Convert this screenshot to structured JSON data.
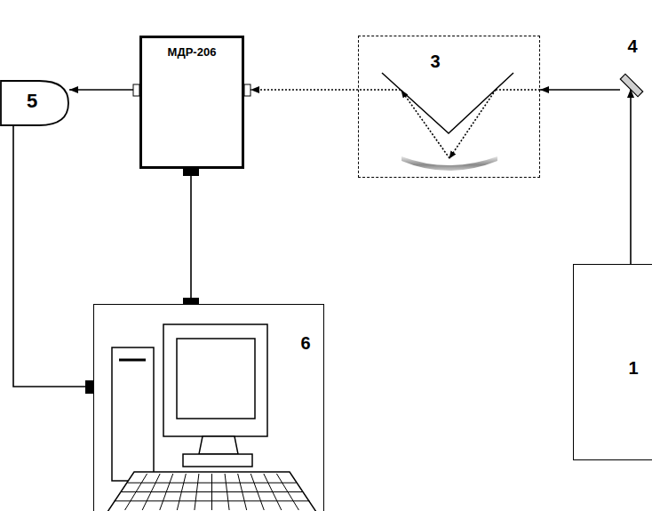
{
  "diagram": {
    "nodes": [
      {
        "text": [
          "5"
        ]
      },
      {
        "text": [
          "МДР-206"
        ]
      },
      {
        "text": [
          "3"
        ]
      },
      {
        "text": [
          "4"
        ]
      },
      {
        "text": [
          "1"
        ]
      },
      {
        "text": [
          "6"
        ]
      }
    ],
    "edges": [
      {
        "from": 1,
        "to": 0,
        "arrow": "to"
      },
      {
        "from": 2,
        "to": 1,
        "arrow": "to"
      },
      {
        "from": 3,
        "to": 2,
        "arrow": "to"
      },
      {
        "from": 4,
        "to": 3,
        "arrow": "to"
      },
      {
        "from": 1,
        "to": 5,
        "arrow": "none"
      },
      {
        "from": 0,
        "to": 5,
        "arrow": "none"
      }
    ]
  }
}
